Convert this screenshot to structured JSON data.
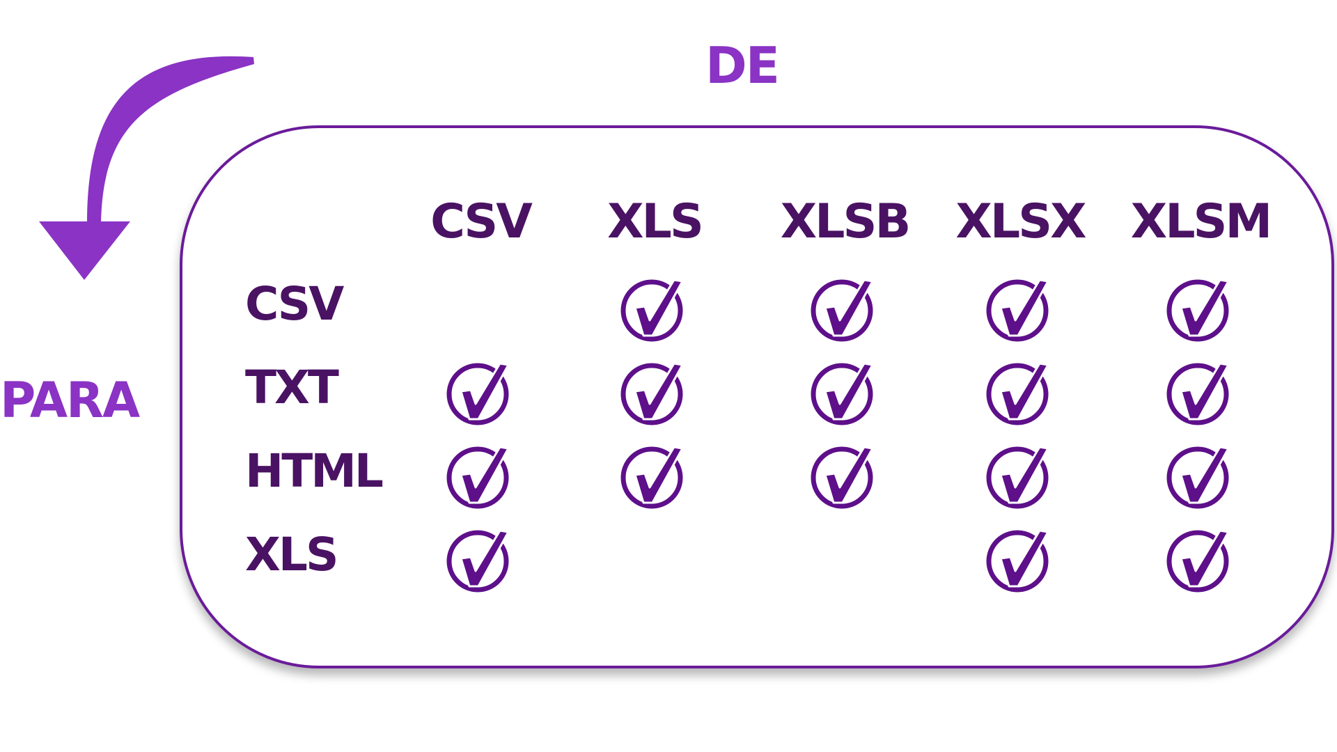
{
  "labels": {
    "from": "DE",
    "to": "PARA"
  },
  "columns": [
    "CSV",
    "XLS",
    "XLSB",
    "XLSX",
    "XLSM"
  ],
  "rows": [
    {
      "label": "CSV",
      "support": [
        false,
        true,
        true,
        true,
        true
      ]
    },
    {
      "label": "TXT",
      "support": [
        true,
        true,
        true,
        true,
        true
      ]
    },
    {
      "label": "HTML",
      "support": [
        true,
        true,
        true,
        true,
        true
      ]
    },
    {
      "label": "XLS",
      "support": [
        true,
        false,
        false,
        true,
        true
      ]
    }
  ],
  "colors": {
    "accent": "#8a33c4",
    "text": "#4a1263",
    "check": "#5e0f8a",
    "border": "#6a1b9a"
  },
  "icons": {
    "check": "check-circle-icon",
    "arrow": "curved-arrow-down-icon"
  }
}
